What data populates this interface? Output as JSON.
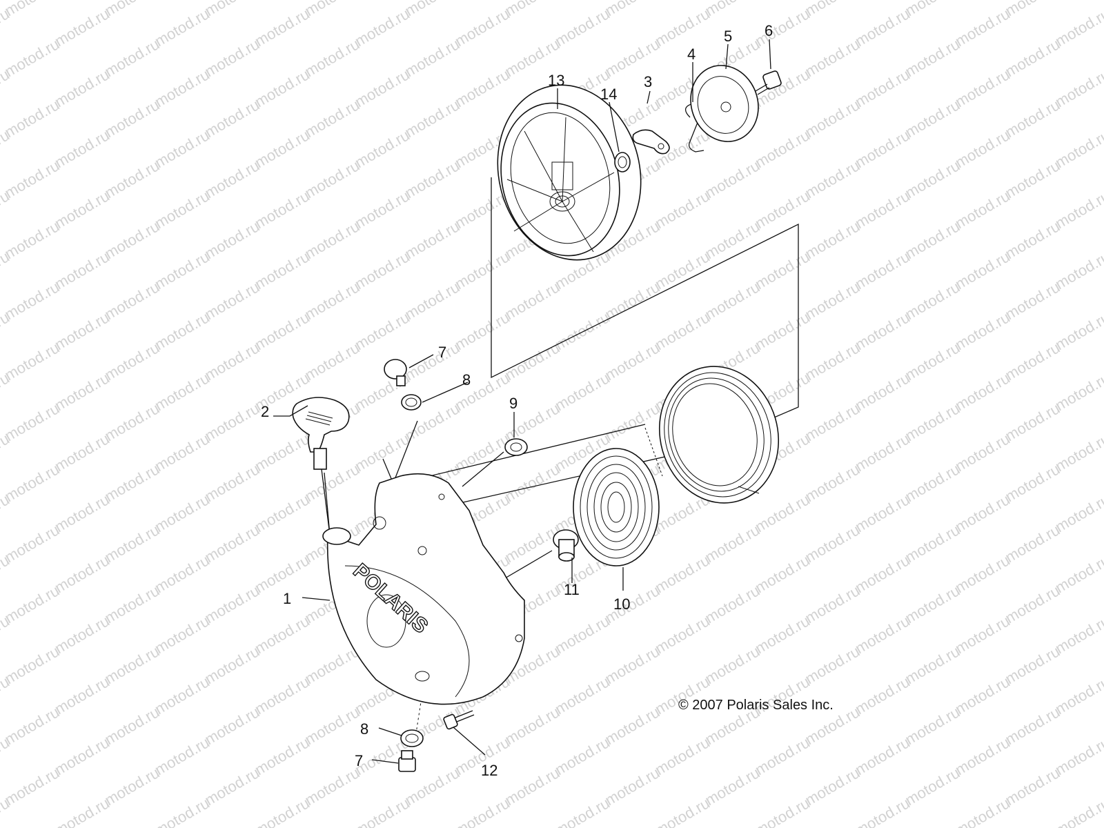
{
  "watermark": "motod.ru",
  "copyright": "© 2007 Polaris Sales Inc.",
  "brand_logo": "POLARIS",
  "callouts": {
    "c1": "1",
    "c2": "2",
    "c3": "3",
    "c4": "4",
    "c5": "5",
    "c6": "6",
    "c7a": "7",
    "c7b": "7",
    "c8a": "8",
    "c8b": "8",
    "c9": "9",
    "c10": "10",
    "c11": "11",
    "c12": "12",
    "c13": "13",
    "c14": "14"
  }
}
